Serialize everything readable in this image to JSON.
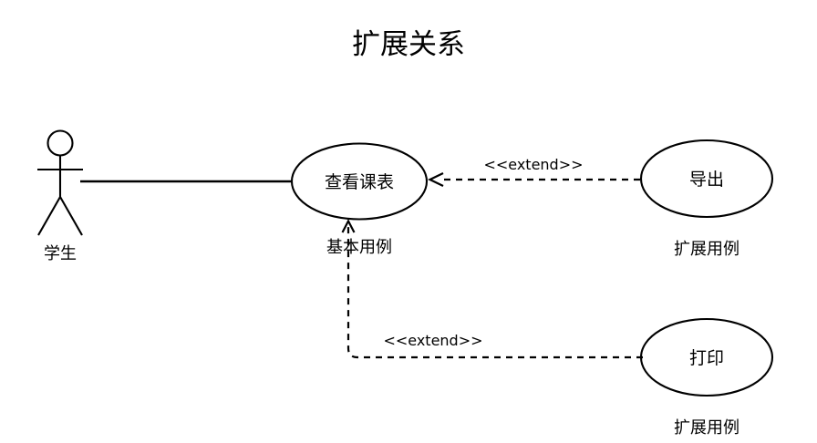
{
  "diagram": {
    "title": "扩展关系",
    "type": "uml-use-case-diagram",
    "background_color": "#ffffff",
    "stroke_color": "#000000",
    "actors": [
      {
        "id": "student",
        "label": "学生",
        "icon": "stick-figure-actor"
      }
    ],
    "use_cases": [
      {
        "id": "view-schedule",
        "label": "查看课表",
        "caption": "基本用例",
        "role": "base"
      },
      {
        "id": "export",
        "label": "导出",
        "caption": "扩展用例",
        "role": "extension"
      },
      {
        "id": "print",
        "label": "打印",
        "caption": "扩展用例",
        "role": "extension"
      }
    ],
    "associations": [
      {
        "id": "student-to-view-schedule",
        "from": "student",
        "to": "view-schedule",
        "style": "solid",
        "arrow": "none"
      }
    ],
    "extend_relations": [
      {
        "id": "export-extends-view-schedule",
        "from": "export",
        "to": "view-schedule",
        "stereotype": "<<extend>>",
        "style": "dashed",
        "arrow": "open"
      },
      {
        "id": "print-extends-view-schedule",
        "from": "print",
        "to": "view-schedule",
        "stereotype": "<<extend>>",
        "style": "dashed",
        "arrow": "open"
      }
    ]
  }
}
